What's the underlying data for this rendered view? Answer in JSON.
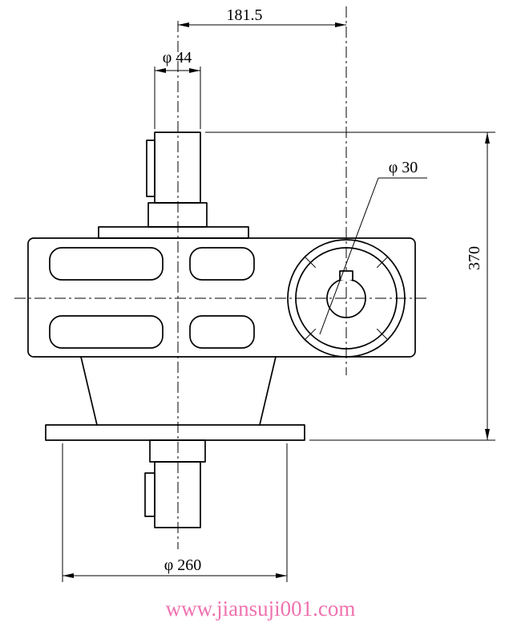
{
  "page": {
    "background": "#ffffff"
  },
  "drawing": {
    "type": "engineering-drawing-gear-reducer-front-view",
    "dimensions": {
      "top_center_distance": {
        "label": "181.5"
      },
      "input_shaft_diameter": {
        "label": "φ 44"
      },
      "bore_diameter": {
        "label": "φ 30"
      },
      "overall_height": {
        "label": "370"
      },
      "base_flange_diameter": {
        "label": "φ 260"
      }
    },
    "colors": {
      "line": "#000000",
      "watermark": "#ef72ae"
    },
    "watermark": {
      "text": "www.jiansuji001.com"
    }
  }
}
